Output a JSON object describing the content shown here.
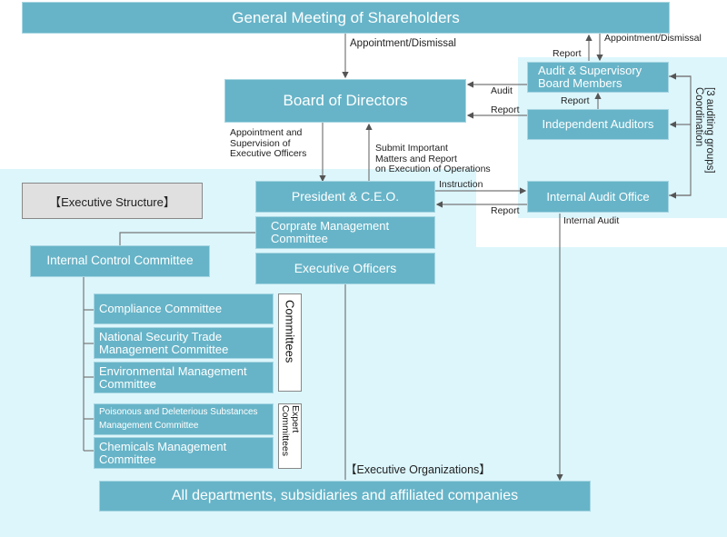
{
  "title": "Corporate Governance Structure",
  "boxes": {
    "shareholders": "General Meeting of Shareholders",
    "board": "Board of Directors",
    "audit_board": "Audit & Supervisory Board Members",
    "independent_auditors": "Independent Auditors",
    "internal_audit_office": "Internal Audit Office",
    "president": "President & C.E.O.",
    "corporate_mgmt": "Corprate Management Committee",
    "executive_officers": "Executive Officers",
    "internal_control": "Internal Control Committee",
    "compliance": "Compliance Committee",
    "security_trade": "National Security Trade Management Committee",
    "environmental": "Environmental Management Committee",
    "poisonous": "Poisonous and Deleterious Substances Management Committee",
    "chemicals": "Chemicals Management Committee",
    "all_departments": "All departments, subsidiaries and affiliated companies"
  },
  "section_labels": {
    "executive_structure": "【Executive Structure】",
    "executive_organizations": "【Executive Organizations】",
    "committees": "Committees",
    "expert_committees": "Expert Committees",
    "auditing_groups_1": "[3 auditing groups]",
    "auditing_groups_2": "Coordination"
  },
  "edge_labels": {
    "appt_dismissal_board": "Appointment/Dismissal",
    "appt_dismissal_audit": "Appointment/Dismissal",
    "report_audit_to_shareholders": "Report",
    "audit": "Audit",
    "report_auditors_to_board": "Report",
    "report_auditors_to_audit_board": "Report",
    "appt_supervision_1": "Appointment and",
    "appt_supervision_2": "Supervision of",
    "appt_supervision_3": "Executive Officers",
    "submit_1": "Submit Important",
    "submit_2": "Matters and Report",
    "submit_3": "on Execution of Operations",
    "instruction": "Instruction",
    "report_iao_to_president": "Report",
    "internal_audit": "Internal Audit"
  },
  "colors": {
    "box": "#67b4c8",
    "region": "#dcf6fc",
    "label_box": "#e0e0e0"
  }
}
